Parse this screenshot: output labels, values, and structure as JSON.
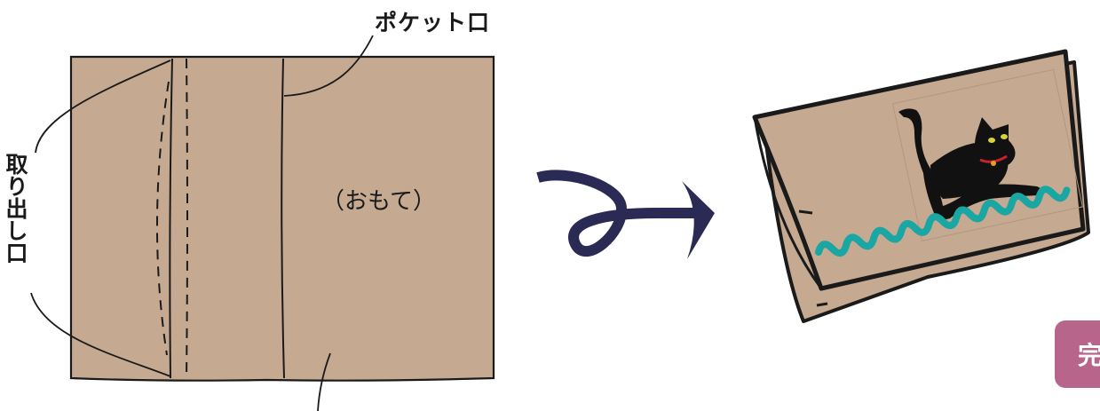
{
  "labels": {
    "pocket_opening": "ポケット口",
    "takeout_opening": "取り出し口",
    "front_side": "（おもて）",
    "complete": "完"
  },
  "colors": {
    "fabric": "#c5aa91",
    "outline": "#1a1a1a",
    "arrow": "#2b2a55",
    "rickrack": "#1aa6a2",
    "badge": "#b8658b"
  }
}
